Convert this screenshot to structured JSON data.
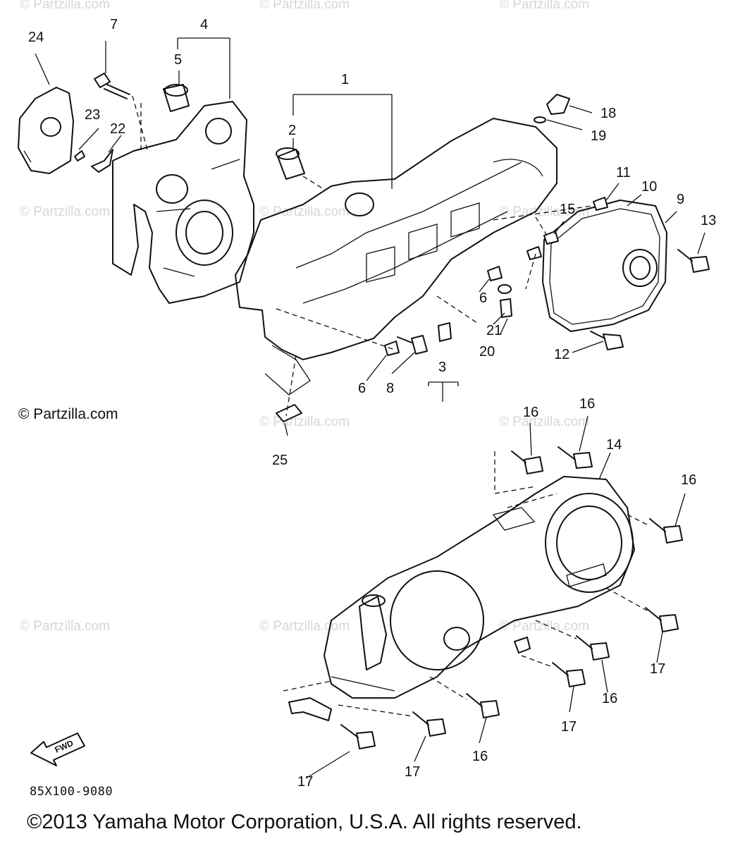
{
  "watermark": "© Partzilla.com",
  "copyright_left": "© Partzilla.com",
  "diagram_code": "85X100-9080",
  "footer": "©2013 Yamaha Motor Corporation, U.S.A. All rights reserved.",
  "fwd_label": "FWD",
  "callouts": {
    "c1": "1",
    "c2": "2",
    "c3": "3",
    "c4": "4",
    "c5": "5",
    "c6a": "6",
    "c6b": "6",
    "c7": "7",
    "c8": "8",
    "c9": "9",
    "c10": "10",
    "c11": "11",
    "c12": "12",
    "c13": "13",
    "c14": "14",
    "c15": "15",
    "c16a": "16",
    "c16b": "16",
    "c16c": "16",
    "c16d": "16",
    "c16e": "16",
    "c17a": "17",
    "c17b": "17",
    "c17c": "17",
    "c17d": "17",
    "c18": "18",
    "c19": "19",
    "c20": "20",
    "c21": "21",
    "c22": "22",
    "c23": "23",
    "c24": "24",
    "c25": "25"
  }
}
